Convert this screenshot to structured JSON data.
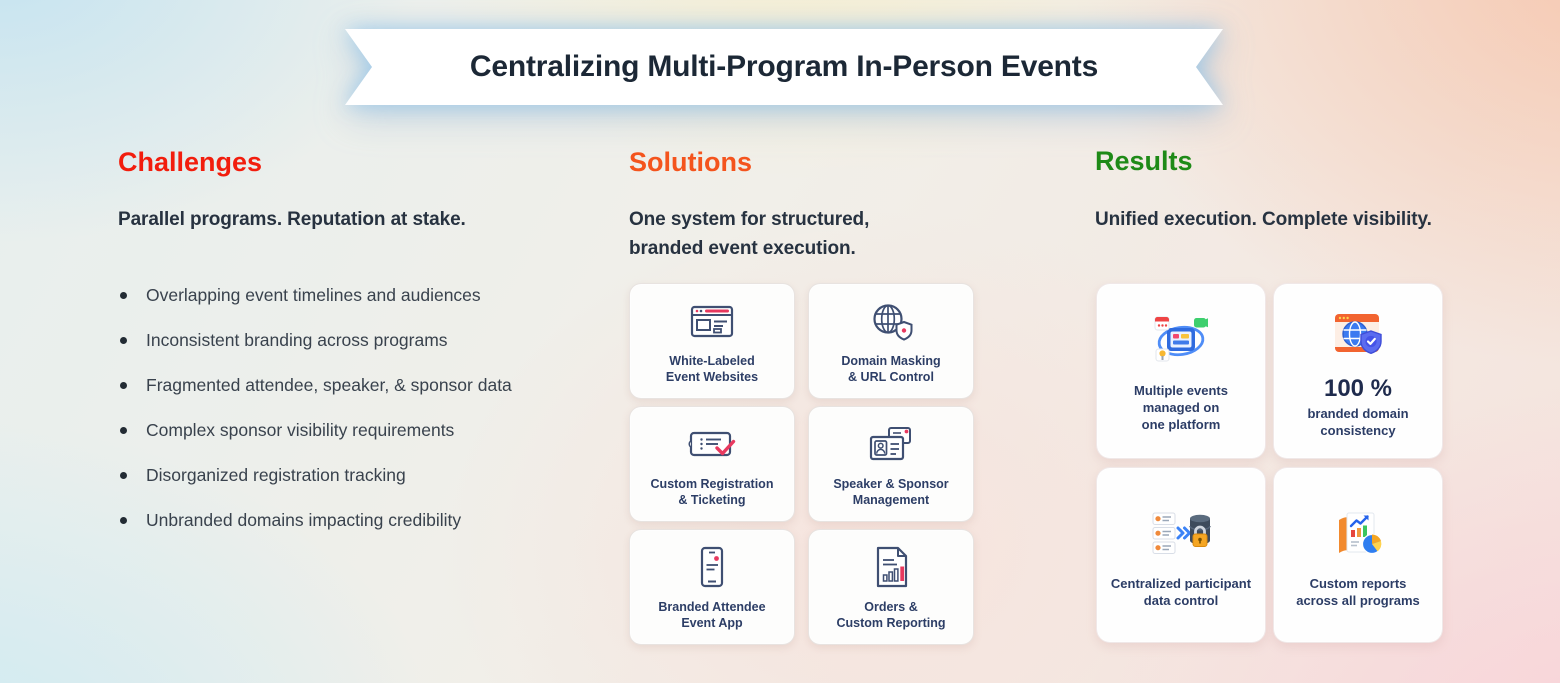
{
  "banner": {
    "title": "Centralizing Multi-Program In-Person Events"
  },
  "columns": {
    "challenges": {
      "heading": "Challenges",
      "subtitle": "Parallel programs. Reputation at stake.",
      "bullets": [
        "Overlapping event timelines and audiences",
        "Inconsistent branding across programs",
        "Fragmented attendee, speaker, & sponsor data",
        "Complex sponsor visibility requirements",
        "Disorganized registration tracking",
        "Unbranded domains impacting credibility"
      ]
    },
    "solutions": {
      "heading": "Solutions",
      "subtitle": "One system for structured,\nbranded event execution.",
      "cards": [
        {
          "icon": "browser-window-icon",
          "label": "White-Labeled\nEvent Websites"
        },
        {
          "icon": "globe-shield-icon",
          "label": "Domain Masking\n& URL Control"
        },
        {
          "icon": "ticket-check-icon",
          "label": "Custom Registration\n& Ticketing"
        },
        {
          "icon": "id-badge-icon",
          "label": "Speaker & Sponsor\nManagement"
        },
        {
          "icon": "mobile-app-icon",
          "label": "Branded Attendee\nEvent App"
        },
        {
          "icon": "report-document-icon",
          "label": "Orders &\nCustom Reporting"
        }
      ]
    },
    "results": {
      "heading": "Results",
      "subtitle": "Unified execution. Complete visibility.",
      "cards": [
        {
          "icon": "multi-events-platform-icon",
          "stat": "",
          "label": "Multiple events\nmanaged on\none platform"
        },
        {
          "icon": "branded-domain-shield-icon",
          "stat": "100 %",
          "label": "branded domain\nconsistency"
        },
        {
          "icon": "participant-data-lock-icon",
          "stat": "",
          "label": "Centralized participant\ndata control"
        },
        {
          "icon": "custom-reports-icon",
          "stat": "",
          "label": "Custom reports\nacross all programs"
        }
      ]
    }
  },
  "colors": {
    "challenges_heading": "#f21d0d",
    "solutions_heading": "#f4541d",
    "results_heading": "#1e8a17",
    "banner_text": "#1c2836",
    "body_text": "#39424d",
    "card_label": "#2d3e66",
    "icon_navy": "#3f4f72",
    "icon_accent": "#e8395f"
  }
}
